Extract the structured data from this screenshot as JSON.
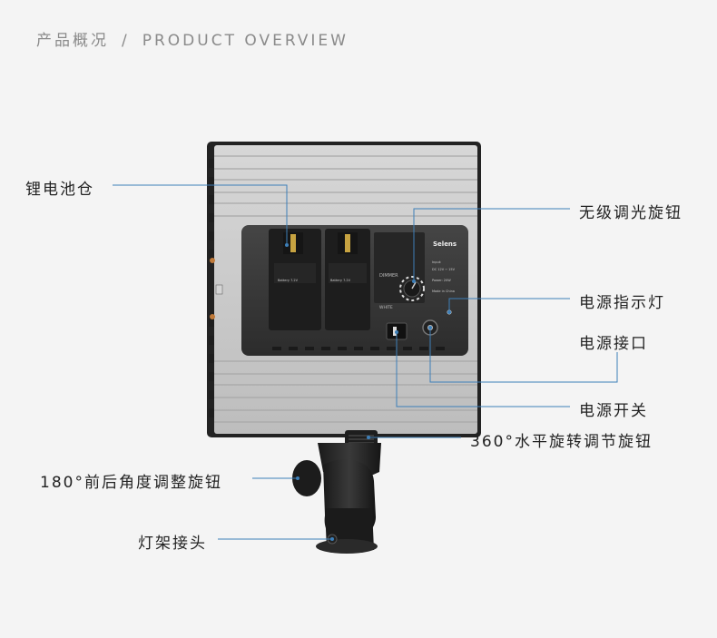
{
  "header": {
    "cn": "产品概况",
    "separator": "/",
    "en": "PRODUCT OVERVIEW"
  },
  "labels": {
    "battery_compartment": "锂电池仓",
    "dimmer_knob": "无级调光旋钮",
    "power_indicator": "电源指示灯",
    "power_port": "电源接口",
    "power_switch": "电源开关",
    "rotation_knob_360": "360°水平旋转调节旋钮",
    "tilt_knob_180": "180°前后角度调整旋钮",
    "stand_adapter": "灯架接头"
  },
  "panel": {
    "brand": "Selens",
    "dimmer_text": "DIMMER",
    "white_text": "WHITE",
    "battery_label": "Battery 7.2V",
    "input_text": "Input:",
    "dc_text": "DC 12V ⎓ 15V",
    "power_text": "Power: 20W",
    "made_text": "Made in China"
  },
  "colors": {
    "line": "#3d7fb8",
    "panel_silver": "#c9c9c9",
    "panel_dark": "#2a2a2a",
    "plate": "#3b3b3b"
  }
}
